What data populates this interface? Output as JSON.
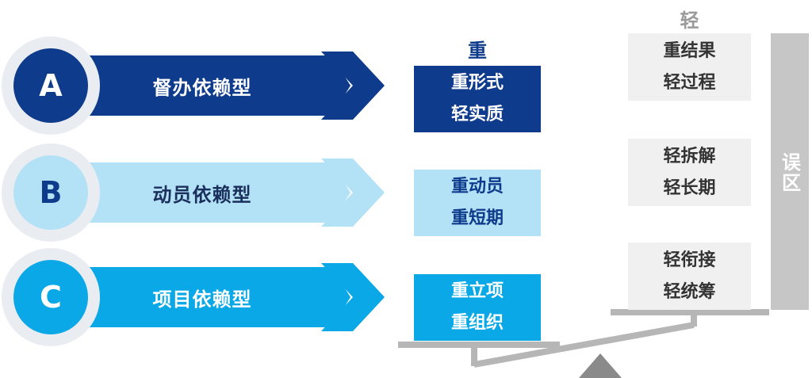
{
  "colors": {
    "dark_blue": "#0f3b8c",
    "light_blue": "#b3e2f7",
    "mid_blue": "#0aa8e6",
    "gray": "#b6b6b6",
    "light_gray": "#f0f0f0"
  },
  "rows": [
    {
      "letter": "A",
      "label": "督办依赖型"
    },
    {
      "letter": "B",
      "label": "动员依赖型"
    },
    {
      "letter": "C",
      "label": "项目依赖型"
    }
  ],
  "middle": {
    "header": "重",
    "boxes": [
      {
        "line1": "重形式",
        "line2": "轻实质"
      },
      {
        "line1": "重动员",
        "line2": "重短期"
      },
      {
        "line1": "重立项",
        "line2": "重组织"
      }
    ]
  },
  "right": {
    "header": "轻",
    "boxes": [
      {
        "line1": "重结果",
        "line2": "轻过程"
      },
      {
        "line1": "轻拆解",
        "line2": "轻长期"
      },
      {
        "line1": "轻衔接",
        "line2": "轻统筹"
      }
    ],
    "side_label": "误区"
  }
}
